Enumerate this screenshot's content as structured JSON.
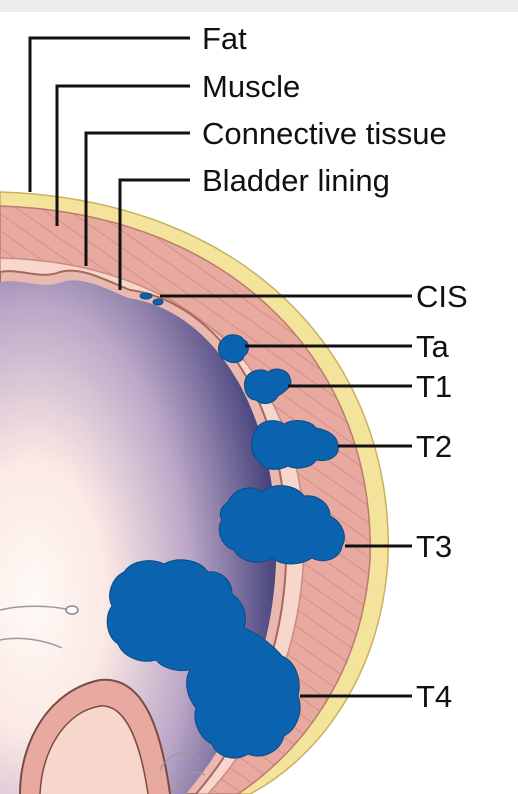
{
  "labels": {
    "fat": "Fat",
    "muscle": "Muscle",
    "connective_tissue": "Connective tissue",
    "bladder_lining": "Bladder lining",
    "cis": "CIS",
    "ta": "Ta",
    "t1": "T1",
    "t2": "T2",
    "t3": "T3",
    "t4": "T4"
  },
  "colors": {
    "fat": "#f4e39a",
    "muscle": "#e8aaa0",
    "connective_tissue": "#f7d7cc",
    "lumen_center": "#fff4ef",
    "lumen_edge": "#2f2f6e",
    "tumor": "#0b62ae",
    "leader_line": "#111111"
  }
}
